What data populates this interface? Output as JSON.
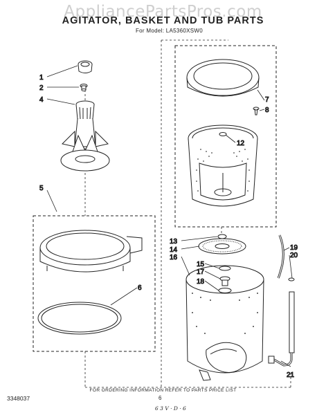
{
  "watermark": "AppliancePartsPros.com",
  "title": "AGITATOR, BASKET AND TUB PARTS",
  "subtitle": "For Model: LA5360XSW0",
  "callouts": [
    "1",
    "2",
    "4",
    "5",
    "6",
    "7",
    "8",
    "12",
    "13",
    "14",
    "15",
    "16",
    "17",
    "18",
    "19",
    "20",
    "21"
  ],
  "footer": {
    "doc_id": "3348037",
    "note": "FOR ORDERING INFORMATION REFER TO PARTS PRICE LIST",
    "page": "6",
    "handwritten": "6 3 V · D · 6"
  }
}
